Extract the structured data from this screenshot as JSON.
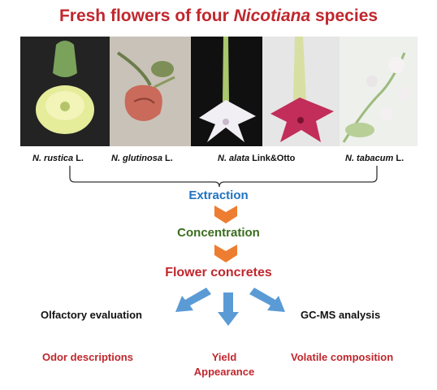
{
  "title": {
    "prefix": "Fresh flowers of four ",
    "genus": "Nicotiana",
    "suffix": " species"
  },
  "species": [
    {
      "name": "N. rustica",
      "authority": "L."
    },
    {
      "name": "N. glutinosa",
      "authority": "L."
    },
    {
      "name": "N. alata",
      "authority": "Link&Otto"
    },
    {
      "name": "N. tabacum",
      "authority": "L."
    }
  ],
  "steps": {
    "extraction": "Extraction",
    "concentration": "Concentration",
    "concretes": "Flower concretes"
  },
  "evaluations": {
    "olfactory": "Olfactory evaluation",
    "gcms": "GC-MS analysis"
  },
  "outcomes": {
    "odor": "Odor descriptions",
    "yield": "Yield",
    "appearance": "Appearance",
    "volatile": "Volatile composition"
  },
  "colors": {
    "title": "#c0272d",
    "extraction": "#1f73c1",
    "concentration": "#3a6d1e",
    "concretes": "#c0272d",
    "arrow_orange": "#ed7d31",
    "arrow_blue": "#5b9bd5"
  }
}
